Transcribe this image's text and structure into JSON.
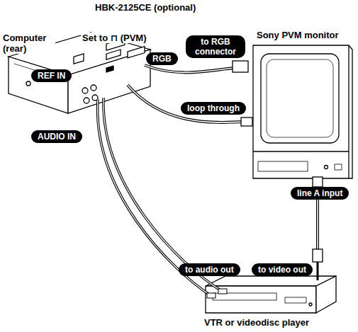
{
  "diagram": {
    "nodes": [
      {
        "text": [
          "RGB"
        ]
      },
      {
        "text": [
          "REF IN"
        ]
      },
      {
        "text": [
          "AUDIO IN"
        ]
      },
      {
        "text": [
          "to RGB connector"
        ]
      },
      {
        "text": [
          "loop through"
        ]
      },
      {
        "text": [
          "line A input"
        ]
      },
      {
        "text": [
          "to audio out"
        ]
      },
      {
        "text": [
          "to video out"
        ]
      }
    ],
    "labels": [
      "HBK-2125CE (optional)",
      "Computer (rear)",
      "Set to ⊓ (PVM)",
      "Sony PVM monitor",
      "VTR or videodisc player"
    ]
  }
}
